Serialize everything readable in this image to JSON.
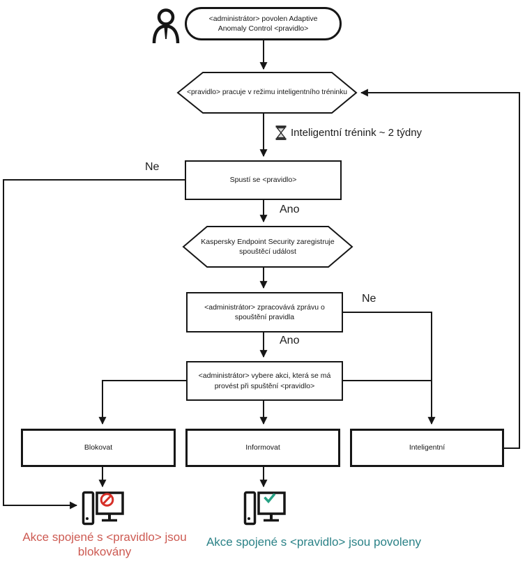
{
  "flow": {
    "start": "<administrátor> povolen Adaptive Anomaly Control <pravidlo>",
    "training_mode": "<pravidlo> pracuje v režimu inteligentního tréninku",
    "training_duration": "Inteligentní trénink ~ 2 týdny",
    "rule_triggered": "Spustí se <pravidlo>",
    "register_event": "Kaspersky Endpoint Security zaregistruje spouštěcí událost",
    "admin_processes_report": "<administrátor> zpracovává zprávu o spouštění pravidla",
    "admin_selects_action": "<administrátor> vybere akci, která se má provést při spuštění <pravidlo>",
    "action_block": "Blokovat",
    "action_inform": "Informovat",
    "action_smart": "Inteligentní",
    "result_blocked": "Akce spojené s <pravidlo> jsou blokovány",
    "result_allowed": "Akce spojené s <pravidlo> jsou povoleny"
  },
  "labels": {
    "no1": "Ne",
    "yes1": "Ano",
    "no2": "Ne",
    "yes2": "Ano"
  },
  "icons": {
    "user": "person-outline-icon",
    "hourglass": "hourglass-icon",
    "blocked_computer": "computer-with-prohibition-icon",
    "allowed_computer": "computer-with-checkmark-icon"
  },
  "colors": {
    "line": "#161616",
    "blocked_text": "#cd5a52",
    "allowed_text": "#2b8287",
    "prohibition": "#d62f27",
    "checkmark": "#26a184"
  }
}
